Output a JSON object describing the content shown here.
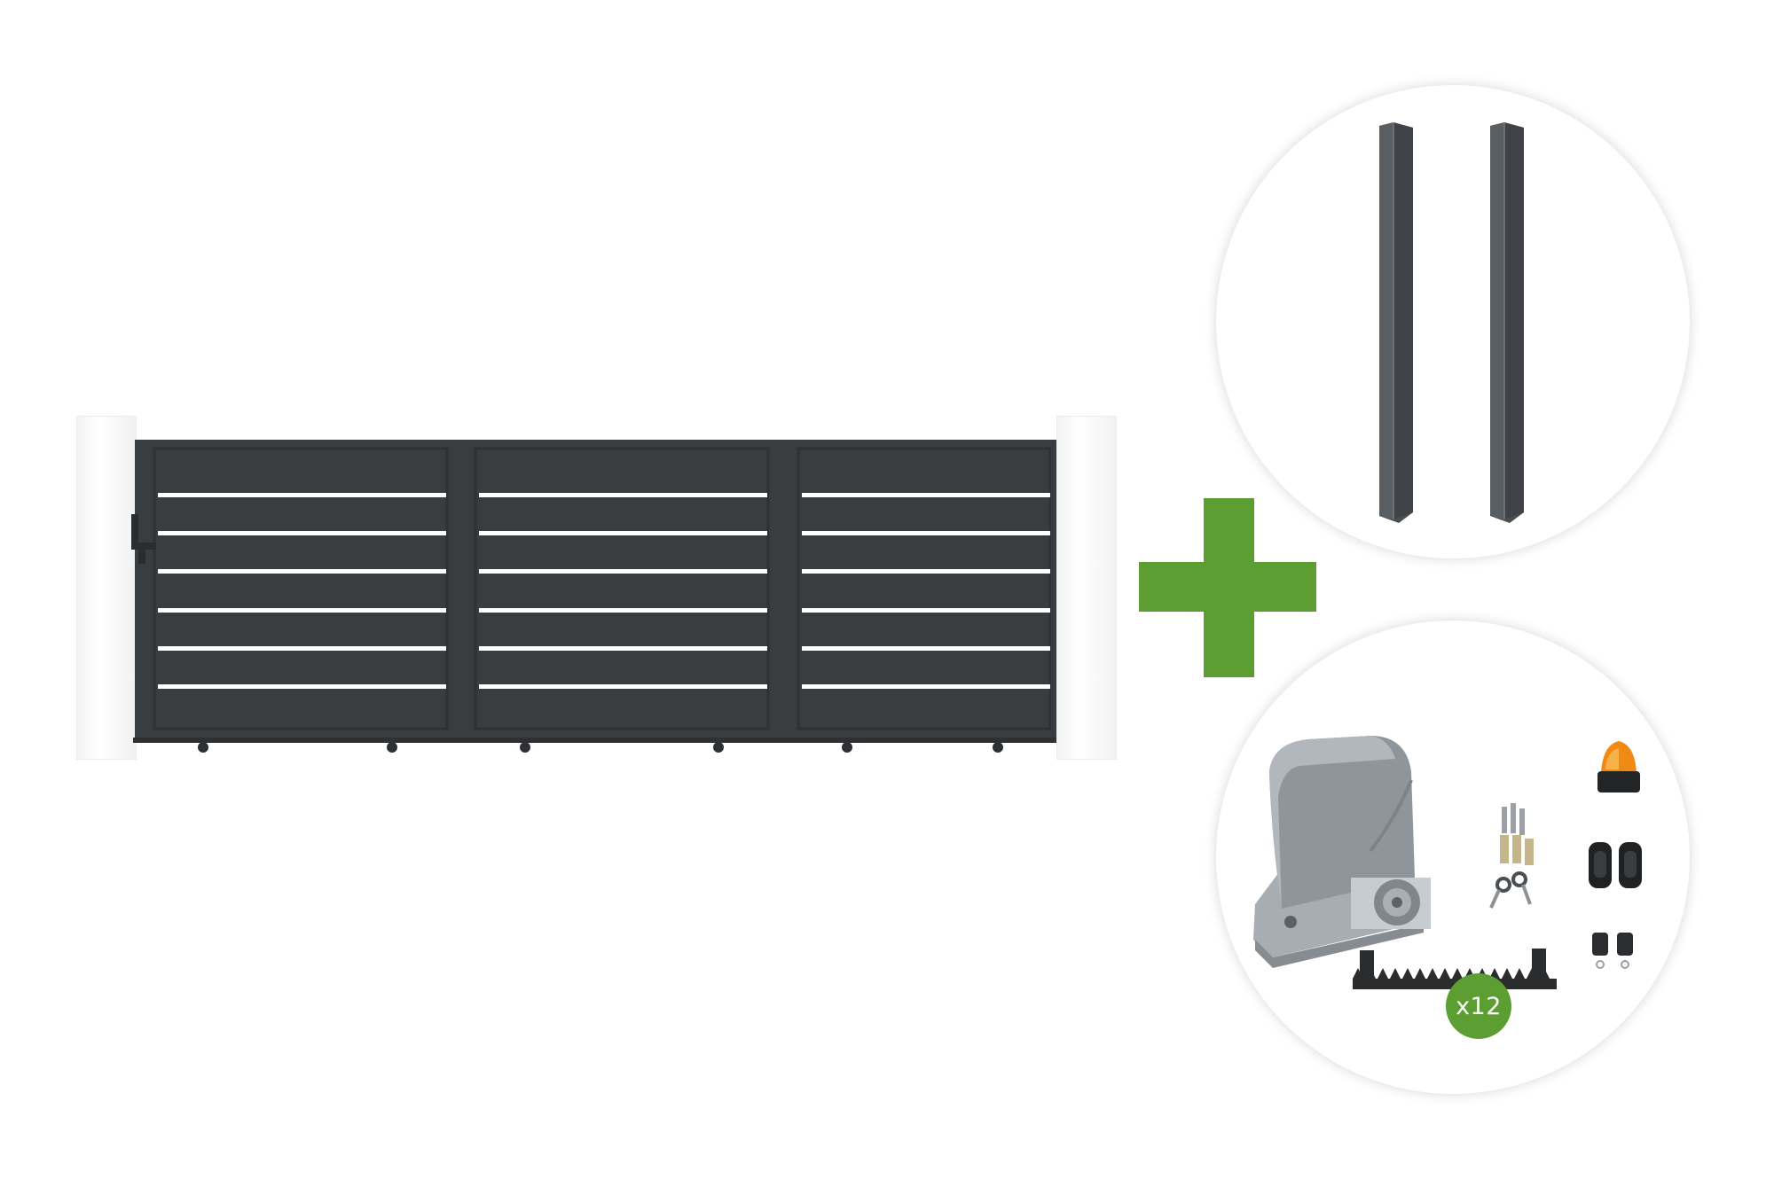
{
  "colors": {
    "accent_green": "#5d9e32",
    "gate_anthracite": "#3a3d40",
    "post_anthracite": "#4a4f53",
    "badge_green": "#5d9e32"
  },
  "badges": {
    "rack_quantity": "x12"
  },
  "icons": {
    "plus": "plus-icon",
    "gate": "sliding-gate-illustration",
    "posts": "gate-posts-illustration",
    "motor_kit": "gate-motor-kit-illustration"
  }
}
